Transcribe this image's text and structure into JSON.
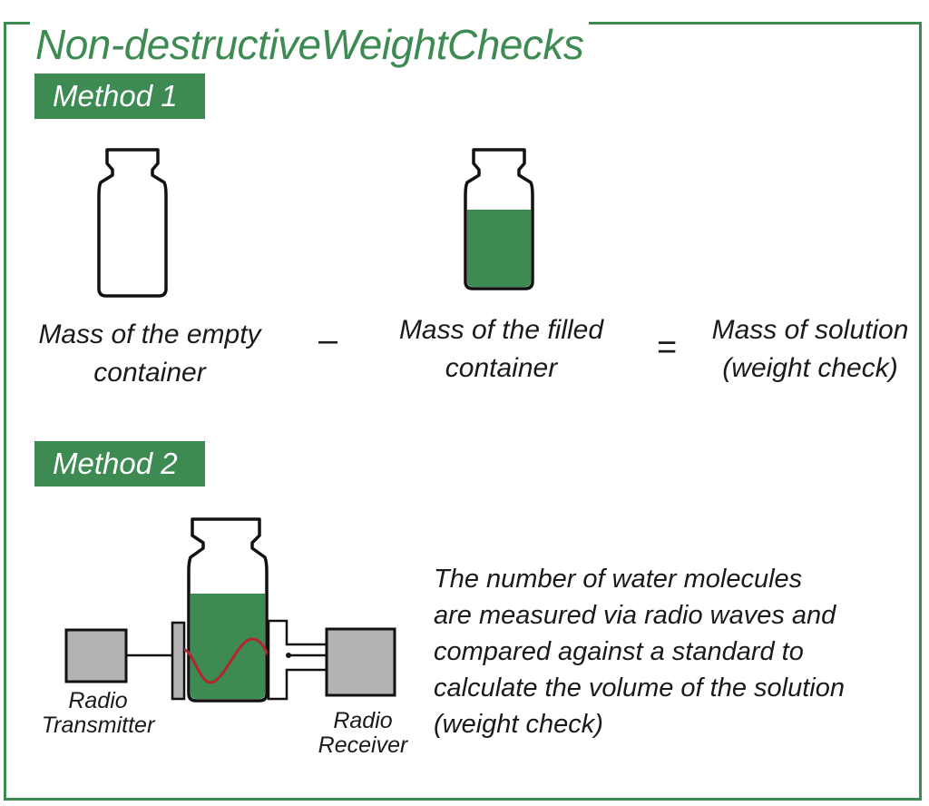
{
  "title": "Non-destructiveWeightChecks",
  "method1": {
    "label": "Method 1",
    "empty_caption": "Mass of the empty\ncontainer",
    "operator_minus": "–",
    "filled_caption": "Mass of the filled\ncontainer",
    "operator_equals": "=",
    "result_caption": "Mass of solution\n(weight check)"
  },
  "method2": {
    "label": "Method 2",
    "transmitter_label": "Radio\nTransmitter",
    "receiver_label": "Radio\nReceiver",
    "description": "The number of water molecules\nare measured via radio waves and\ncompared against a standard to\ncalculate the volume of the solution\n(weight check)"
  },
  "colors": {
    "accent_green": "#3d8b52",
    "device_gray": "#b3b3b3",
    "radio_wave_red": "#b3262d"
  }
}
